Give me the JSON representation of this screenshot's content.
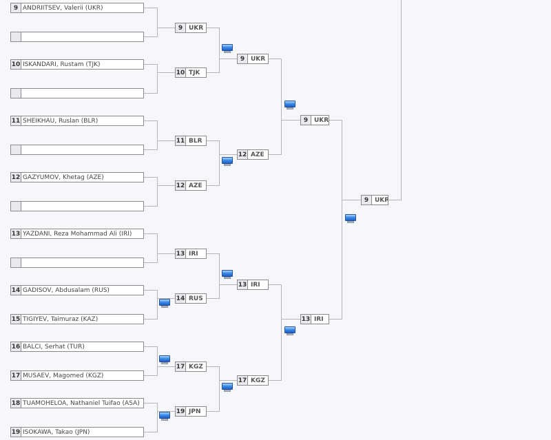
{
  "round1": [
    {
      "seed": "9",
      "name": "ANDRIITSEV, Valerii (UKR)"
    },
    {
      "seed": "",
      "name": ""
    },
    {
      "seed": "10",
      "name": "ISKANDARI, Rustam (TJK)"
    },
    {
      "seed": "",
      "name": ""
    },
    {
      "seed": "11",
      "name": "SHEIKHAU, Ruslan (BLR)"
    },
    {
      "seed": "",
      "name": ""
    },
    {
      "seed": "12",
      "name": "GAZYUMOV, Khetag (AZE)"
    },
    {
      "seed": "",
      "name": ""
    },
    {
      "seed": "13",
      "name": "YAZDANI, Reza Mohammad Ali (IRI)"
    },
    {
      "seed": "",
      "name": ""
    },
    {
      "seed": "14",
      "name": "GADISOV, Abdusalam (RUS)"
    },
    {
      "seed": "15",
      "name": "TIGIYEV, Taimuraz (KAZ)"
    },
    {
      "seed": "16",
      "name": "BALCI, Serhat (TUR)"
    },
    {
      "seed": "17",
      "name": "MUSAEV, Magomed (KGZ)"
    },
    {
      "seed": "18",
      "name": "TUAMOHELOA, Nathaniel Tuifao (ASA)"
    },
    {
      "seed": "19",
      "name": "ISOKAWA, Takao (JPN)"
    }
  ],
  "round2": [
    {
      "seed": "9",
      "code": "UKR"
    },
    {
      "seed": "10",
      "code": "TJK"
    },
    {
      "seed": "11",
      "code": "BLR"
    },
    {
      "seed": "12",
      "code": "AZE"
    },
    {
      "seed": "13",
      "code": "IRI"
    },
    {
      "seed": "14",
      "code": "RUS"
    },
    {
      "seed": "17",
      "code": "KGZ"
    },
    {
      "seed": "19",
      "code": "JPN"
    }
  ],
  "round3": [
    {
      "seed": "9",
      "code": "UKR"
    },
    {
      "seed": "12",
      "code": "AZE"
    },
    {
      "seed": "13",
      "code": "IRI"
    },
    {
      "seed": "17",
      "code": "KGZ"
    }
  ],
  "round4": [
    {
      "seed": "9",
      "code": "UKR"
    },
    {
      "seed": "13",
      "code": "IRI"
    }
  ],
  "round5": [
    {
      "seed": "9",
      "code": "UKR"
    }
  ],
  "icons": {
    "match_report": "monitor-icon"
  },
  "colors": {
    "line": "#b5b5b5",
    "box_border": "#8a8a8a",
    "seed_bg": "#e9eaee",
    "icon_blue": "#3f8ee8"
  }
}
